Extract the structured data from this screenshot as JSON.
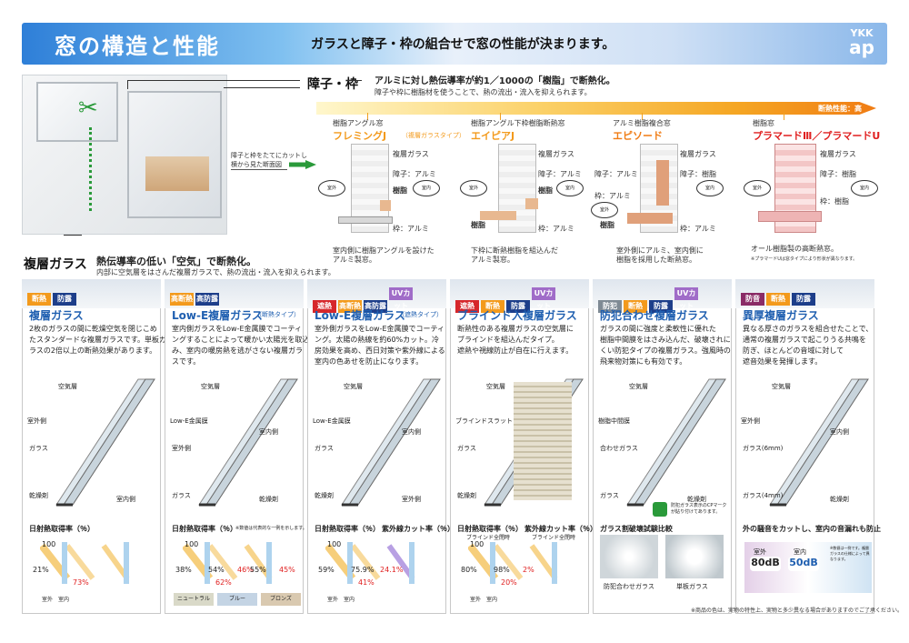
{
  "header": {
    "title": "窓の構造と性能",
    "subtitle": "ガラスと障子・枠の組合せで窓の性能が決まります。",
    "logo_top": "YKK",
    "logo_bottom": "ap"
  },
  "top": {
    "shoji_label": "障子・枠",
    "aluminum_heading": "アルミに対し熱伝導率が約1／1000の「樹脂」で断熱化。",
    "aluminum_sub": "障子や枠に樹脂材を使うことで、熱の流出・流入を抑えられます。",
    "cut_note_1": "障子と枠をたてにカットし",
    "cut_note_2": "横から見た断面図",
    "perf_bar": "断熱性能：高",
    "double_glass_label": "複層ガラス",
    "double_glass_heading": "熱伝導率の低い「空気」で断熱化。",
    "double_glass_sub": "内部に空気層をはさんだ複層ガラスで、熱の流出・流入を抑えられます。"
  },
  "products": [
    {
      "category": "樹脂アングル窓",
      "name": "フレミングJ",
      "name_sub": "（複層ガラスタイプ）",
      "l1": "複層ガラス",
      "l2": "障子：アルミ",
      "l3": "樹脂",
      "l4": "枠：アルミ",
      "outdoor": "室外",
      "indoor": "室内",
      "desc1": "室内側に樹脂アングルを設けた",
      "desc2": "アルミ製窓。"
    },
    {
      "category": "樹脂アングル下枠樹脂断熱窓",
      "name": "エイピアJ",
      "l1": "複層ガラス",
      "l2": "障子：アルミ",
      "l3": "樹脂",
      "l4": "枠：アルミ",
      "l5": "樹脂",
      "outdoor": "室外",
      "indoor": "室内",
      "desc1": "下枠に断熱樹脂を組込んだ",
      "desc2": "アルミ製窓。"
    },
    {
      "category": "アルミ樹脂複合窓",
      "name": "エピソード",
      "l1": "複層ガラス",
      "l2": "障子：アルミ",
      "l3": "障子：樹脂",
      "l4": "枠：アルミ",
      "l5": "樹脂",
      "l6": "枠：アルミ",
      "outdoor": "室外",
      "indoor": "室内",
      "desc1": "室外側にアルミ、室内側に",
      "desc2": "樹脂を採用した断熱窓。"
    },
    {
      "category": "樹脂窓",
      "name": "プラマードⅢ／プラマードU",
      "l1": "複層ガラス",
      "l2": "障子：樹脂",
      "l3": "枠：樹脂",
      "outdoor": "室外",
      "indoor": "室内",
      "desc1": "オール樹脂製の高断熱窓。",
      "note": "※プラマードUは窓タイプにより形状が異なります。"
    }
  ],
  "cards": [
    {
      "tags": [
        {
          "t": "断熱",
          "c": "o"
        },
        {
          "t": "防露",
          "c": "n"
        }
      ],
      "title": "複層ガラス",
      "desc": [
        "2枚のガラスの間に乾燥空気を閉じこめ",
        "たスタンダードな複層ガラスです。単板ガ",
        "ラスの2倍以上の断熱効果があります。"
      ],
      "labels": [
        "空気層",
        "室外側",
        "ガラス",
        "乾燥剤",
        "室内側"
      ],
      "chart_title": "日射熱取得率（％）",
      "chart_vals": [
        "100",
        "21%",
        "73%"
      ],
      "chart_outdoor": "室外",
      "chart_indoor": "室内"
    },
    {
      "tags": [
        {
          "t": "高断熱",
          "c": "o"
        },
        {
          "t": "高防露",
          "c": "n"
        }
      ],
      "title": "Low-E複層ガラス",
      "title_sub": "（断熱タイプ）",
      "desc": [
        "室内側ガラスをLow-E金属膜でコーティ",
        "ングすることによって暖かい太陽光を取込",
        "み、室内の暖房熱を逃がさない複層ガラ",
        "スです。"
      ],
      "labels": [
        "空気層",
        "Low-E金属膜",
        "室外側",
        "ガラス",
        "乾燥剤",
        "室内側"
      ],
      "chart_title": "日射熱取得率（％）",
      "chart_note": "※数値は代表的な一例を示します。",
      "chart_vals": [
        "100",
        "38%",
        "62%",
        "54%",
        "46%",
        "55%",
        "45%"
      ],
      "swatches": [
        "ニュートラル",
        "ブルー",
        "ブロンズ"
      ],
      "chart_outdoor": "室外",
      "chart_indoor": "室内"
    },
    {
      "tags": [
        {
          "t": "遮熱",
          "c": "r"
        },
        {
          "t": "高断熱",
          "c": "o"
        },
        {
          "t": "高防露",
          "c": "n"
        },
        {
          "t": "UVカット",
          "c": "p"
        }
      ],
      "title": "Low-E複層ガラス",
      "title_sub": "（遮熱タイプ）",
      "desc": [
        "室外側ガラスをLow-E金属膜でコーティ",
        "ング。太陽の熱線を約60%カット。冷",
        "房効果を高め、西日対策や紫外線による",
        "室内の色あせを防止になります。"
      ],
      "labels": [
        "空気層",
        "Low-E金属膜",
        "ガラス",
        "乾燥剤",
        "室外側",
        "室内側"
      ],
      "chart_title_1": "日射熱取得率（％）",
      "chart_title_2": "紫外線カット率（％）",
      "chart_vals": [
        "100",
        "59%",
        "41%",
        "75.9%",
        "24.1%"
      ],
      "chart_outdoor": "室外",
      "chart_indoor": "室内"
    },
    {
      "tags": [
        {
          "t": "遮熱",
          "c": "r"
        },
        {
          "t": "断熱",
          "c": "o"
        },
        {
          "t": "防露",
          "c": "n"
        },
        {
          "t": "UVカット",
          "c": "p"
        }
      ],
      "title": "ブラインド入複層ガラス",
      "desc": [
        "断熱性のある複層ガラスの空気層に",
        "ブラインドを組込んだタイプ。",
        "遮熱や視線防止が自在に行えます。"
      ],
      "labels": [
        "空気層",
        "ブラインドスラット",
        "ガラス",
        "乾燥剤"
      ],
      "chart_title_1": "日射熱取得率（％）",
      "chart_title_2": "紫外線カット率（％）",
      "chart_sub_1": "ブラインド全閉時",
      "chart_sub_2": "ブラインド全閉時",
      "chart_vals": [
        "100",
        "80%",
        "20%",
        "98%",
        "2%"
      ],
      "chart_outdoor": "室外",
      "chart_indoor": "室内"
    },
    {
      "tags": [
        {
          "t": "防犯",
          "c": "g"
        },
        {
          "t": "断熱",
          "c": "o"
        },
        {
          "t": "防露",
          "c": "n"
        },
        {
          "t": "UVカット",
          "c": "p"
        }
      ],
      "title": "防犯合わせ複層ガラス",
      "desc": [
        "ガラスの間に強度と柔軟性に優れた",
        "樹脂中間膜をはさみ込んだ、破壊されに",
        "くい防犯タイプの複層ガラス。強風時の",
        "飛来物対策にも有効です。"
      ],
      "labels": [
        "空気層",
        "樹脂中間膜",
        "合わせガラス",
        "ガラス",
        "乾燥剤"
      ],
      "cp_mark": "防犯ガラス表示のCPマークが貼り付けてあります。",
      "chart_title": "ガラス割破壊試験比較",
      "compare_1": "防犯合わせガラス",
      "compare_2": "単板ガラス"
    },
    {
      "tags": [
        {
          "t": "防音",
          "c": "m"
        },
        {
          "t": "断熱",
          "c": "o"
        },
        {
          "t": "防露",
          "c": "n"
        }
      ],
      "title": "異厚複層ガラス",
      "desc": [
        "異なる厚さのガラスを組合せたことで、",
        "通常の複層ガラスで起こりうる共鳴を",
        "防ぎ、ほとんどの音域に対して",
        "遮音効果を発揮します。"
      ],
      "labels": [
        "空気層",
        "室外側",
        "ガラス(6mm)",
        "ガラス(4mm)",
        "乾燥剤",
        "室内側"
      ],
      "chart_title": "外の騒音をカットし、室内の音漏れも防止",
      "outdoor": "室外",
      "outdoor_db": "80dB",
      "indoor": "室内",
      "indoor_db": "50dB",
      "sound_note": "※数値は一例です。複層ガラスの仕様によって異なります。"
    }
  ],
  "footnote": "※商品の色は、実物の特性上、実物と多少異なる場合がありますのでご了承ください。"
}
